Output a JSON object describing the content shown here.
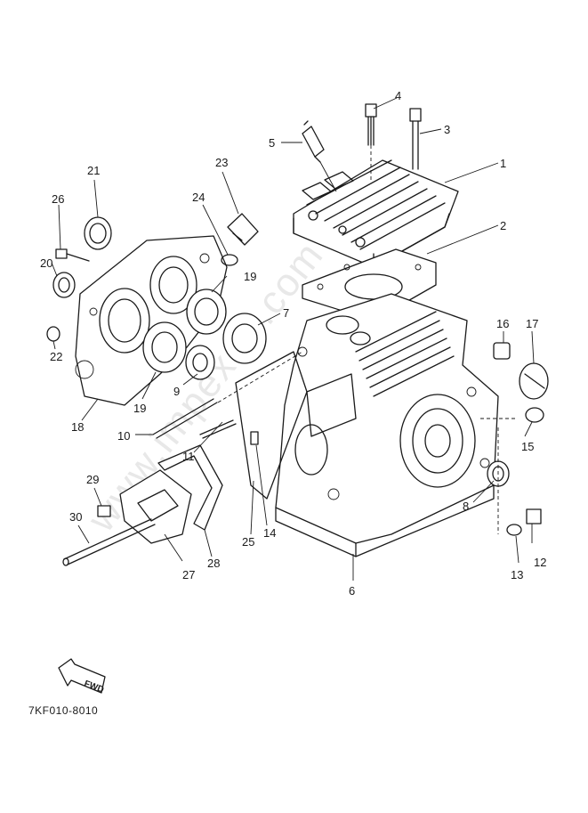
{
  "diagram": {
    "callouts": {
      "c1": "1",
      "c2": "2",
      "c3": "3",
      "c4": "4",
      "c5": "5",
      "c6": "6",
      "c7": "7",
      "c8": "8",
      "c9": "9",
      "c10": "10",
      "c11": "11",
      "c12": "12",
      "c13": "13",
      "c14": "14",
      "c15": "15",
      "c16": "16",
      "c17": "17",
      "c18": "18",
      "c19a": "19",
      "c19b": "19",
      "c20": "20",
      "c21": "21",
      "c22": "22",
      "c23": "23",
      "c24": "24",
      "c25": "25",
      "c26": "26",
      "c27": "27",
      "c28": "28",
      "c29": "29",
      "c30": "30"
    },
    "fwd_label": "FWD",
    "drawing_code": "7KF010-8010",
    "watermark": "www.impex-jp.com"
  }
}
